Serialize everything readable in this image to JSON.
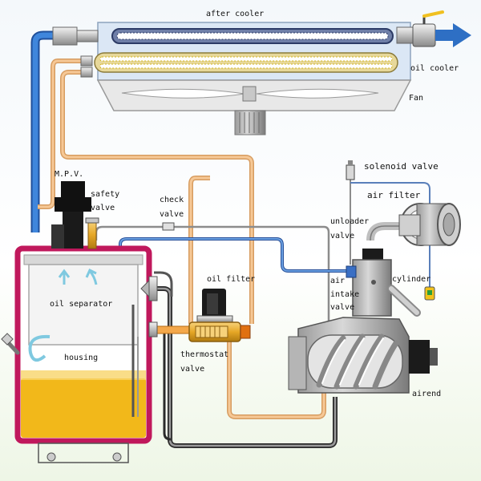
{
  "labels": {
    "after_cooler": "after cooler",
    "oil_cooler": "oil cooler",
    "fan": "Fan",
    "solenoid_valve": "solenoid valve",
    "mpv": "M.P.V.",
    "safety": "safety",
    "valve": "valve",
    "check": "check",
    "air_filter": "air filter",
    "unloader": "unloader",
    "oil_filter": "oil filter",
    "cylinder": "cylinder",
    "air": "air",
    "intake": "intake",
    "oil_separator": "oil separator",
    "housing": "housing",
    "thermostat": "thermostat",
    "airend": "airend"
  },
  "colors": {
    "air_line": "#2e6fc4",
    "hot_oil_line": "#f0b57a",
    "cool_oil_line": "#3a3a3a",
    "separator_frame": "#c0185c",
    "oil": "#f2b81a",
    "cooler_fill": "#dbe7f5",
    "valve_brass": "#e6a726"
  }
}
